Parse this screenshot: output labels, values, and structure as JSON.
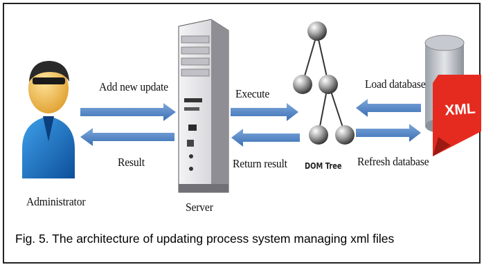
{
  "diagram": {
    "nodes": {
      "administrator": "Administrator",
      "server": "Server",
      "dom_tree": "DOM Tree",
      "xml": "XML"
    },
    "flows": {
      "add_new_update": "Add new update",
      "result": "Result",
      "execute": "Execute",
      "return_result": "Return result",
      "load_database": "Load database",
      "refresh_database": "Refresh database"
    },
    "caption": "Fig. 5. The architecture of updating process system managing xml files"
  },
  "colors": {
    "arrow": "#4a7fc0",
    "xml_red": "#e52b20",
    "person_body": "#1f78c8",
    "person_skin": "#f2c14e",
    "server_gray": "#d8d8dc"
  }
}
